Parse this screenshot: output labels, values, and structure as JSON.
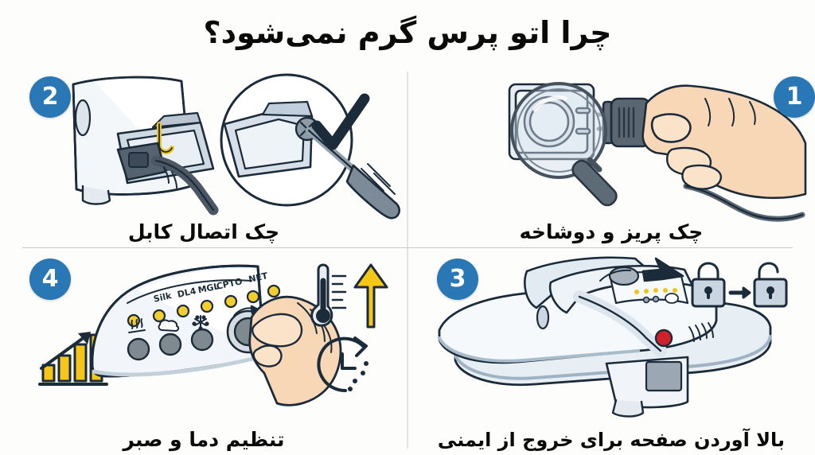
{
  "header": {
    "title": "چرا اتو پرس گرم نمی‌شود؟"
  },
  "theme": {
    "background": "#fdfdfc",
    "badge_blue": "#2a77b5",
    "divider": "#c9c9c9",
    "outline": "#1b2b3a",
    "accent_yellow": "#f5c518",
    "skin": "#f6d5b3",
    "device_light": "#eef2f6",
    "device_mid": "#cdd8e2",
    "cable_gray": "#5a6672",
    "led_yellow": "#f2cf2e",
    "button_gray": "#7e8a90",
    "indicator_red": "#d0202a"
  },
  "panels": [
    {
      "number": "1",
      "caption": "چک پریز و دوشاخه",
      "icons": [
        "magnifier-icon",
        "wall-socket-icon",
        "plug-icon",
        "hand-icon",
        "cable-icon"
      ]
    },
    {
      "number": "2",
      "caption": "چک اتصال کابل",
      "icons": [
        "appliance-rear-icon",
        "cable-socket-icon",
        "screwdriver-icon",
        "checkmark-icon",
        "magnifier-circle-icon"
      ]
    },
    {
      "number": "3",
      "caption": "بالا آوردن صفحه برای خروج از ایمنی",
      "icons": [
        "press-iron-icon",
        "up-arrow-icon",
        "lock-closed-icon",
        "arrow-right-icon",
        "lock-open-icon"
      ]
    },
    {
      "number": "4",
      "caption": "تنظیم دما و صبر",
      "icons": [
        "control-panel-icon",
        "hand-knob-icon",
        "bar-chart-icon",
        "thermometer-icon",
        "up-arrow-yellow-icon",
        "clock-wait-icon"
      ],
      "control_panel": {
        "led_labels": [
          "Silk",
          "DL4",
          "MGL",
          "CPTO",
          "NET"
        ],
        "button_icons": [
          "heat-icon",
          "steam-cloud-icon",
          "snowflake-icon"
        ]
      }
    }
  ]
}
